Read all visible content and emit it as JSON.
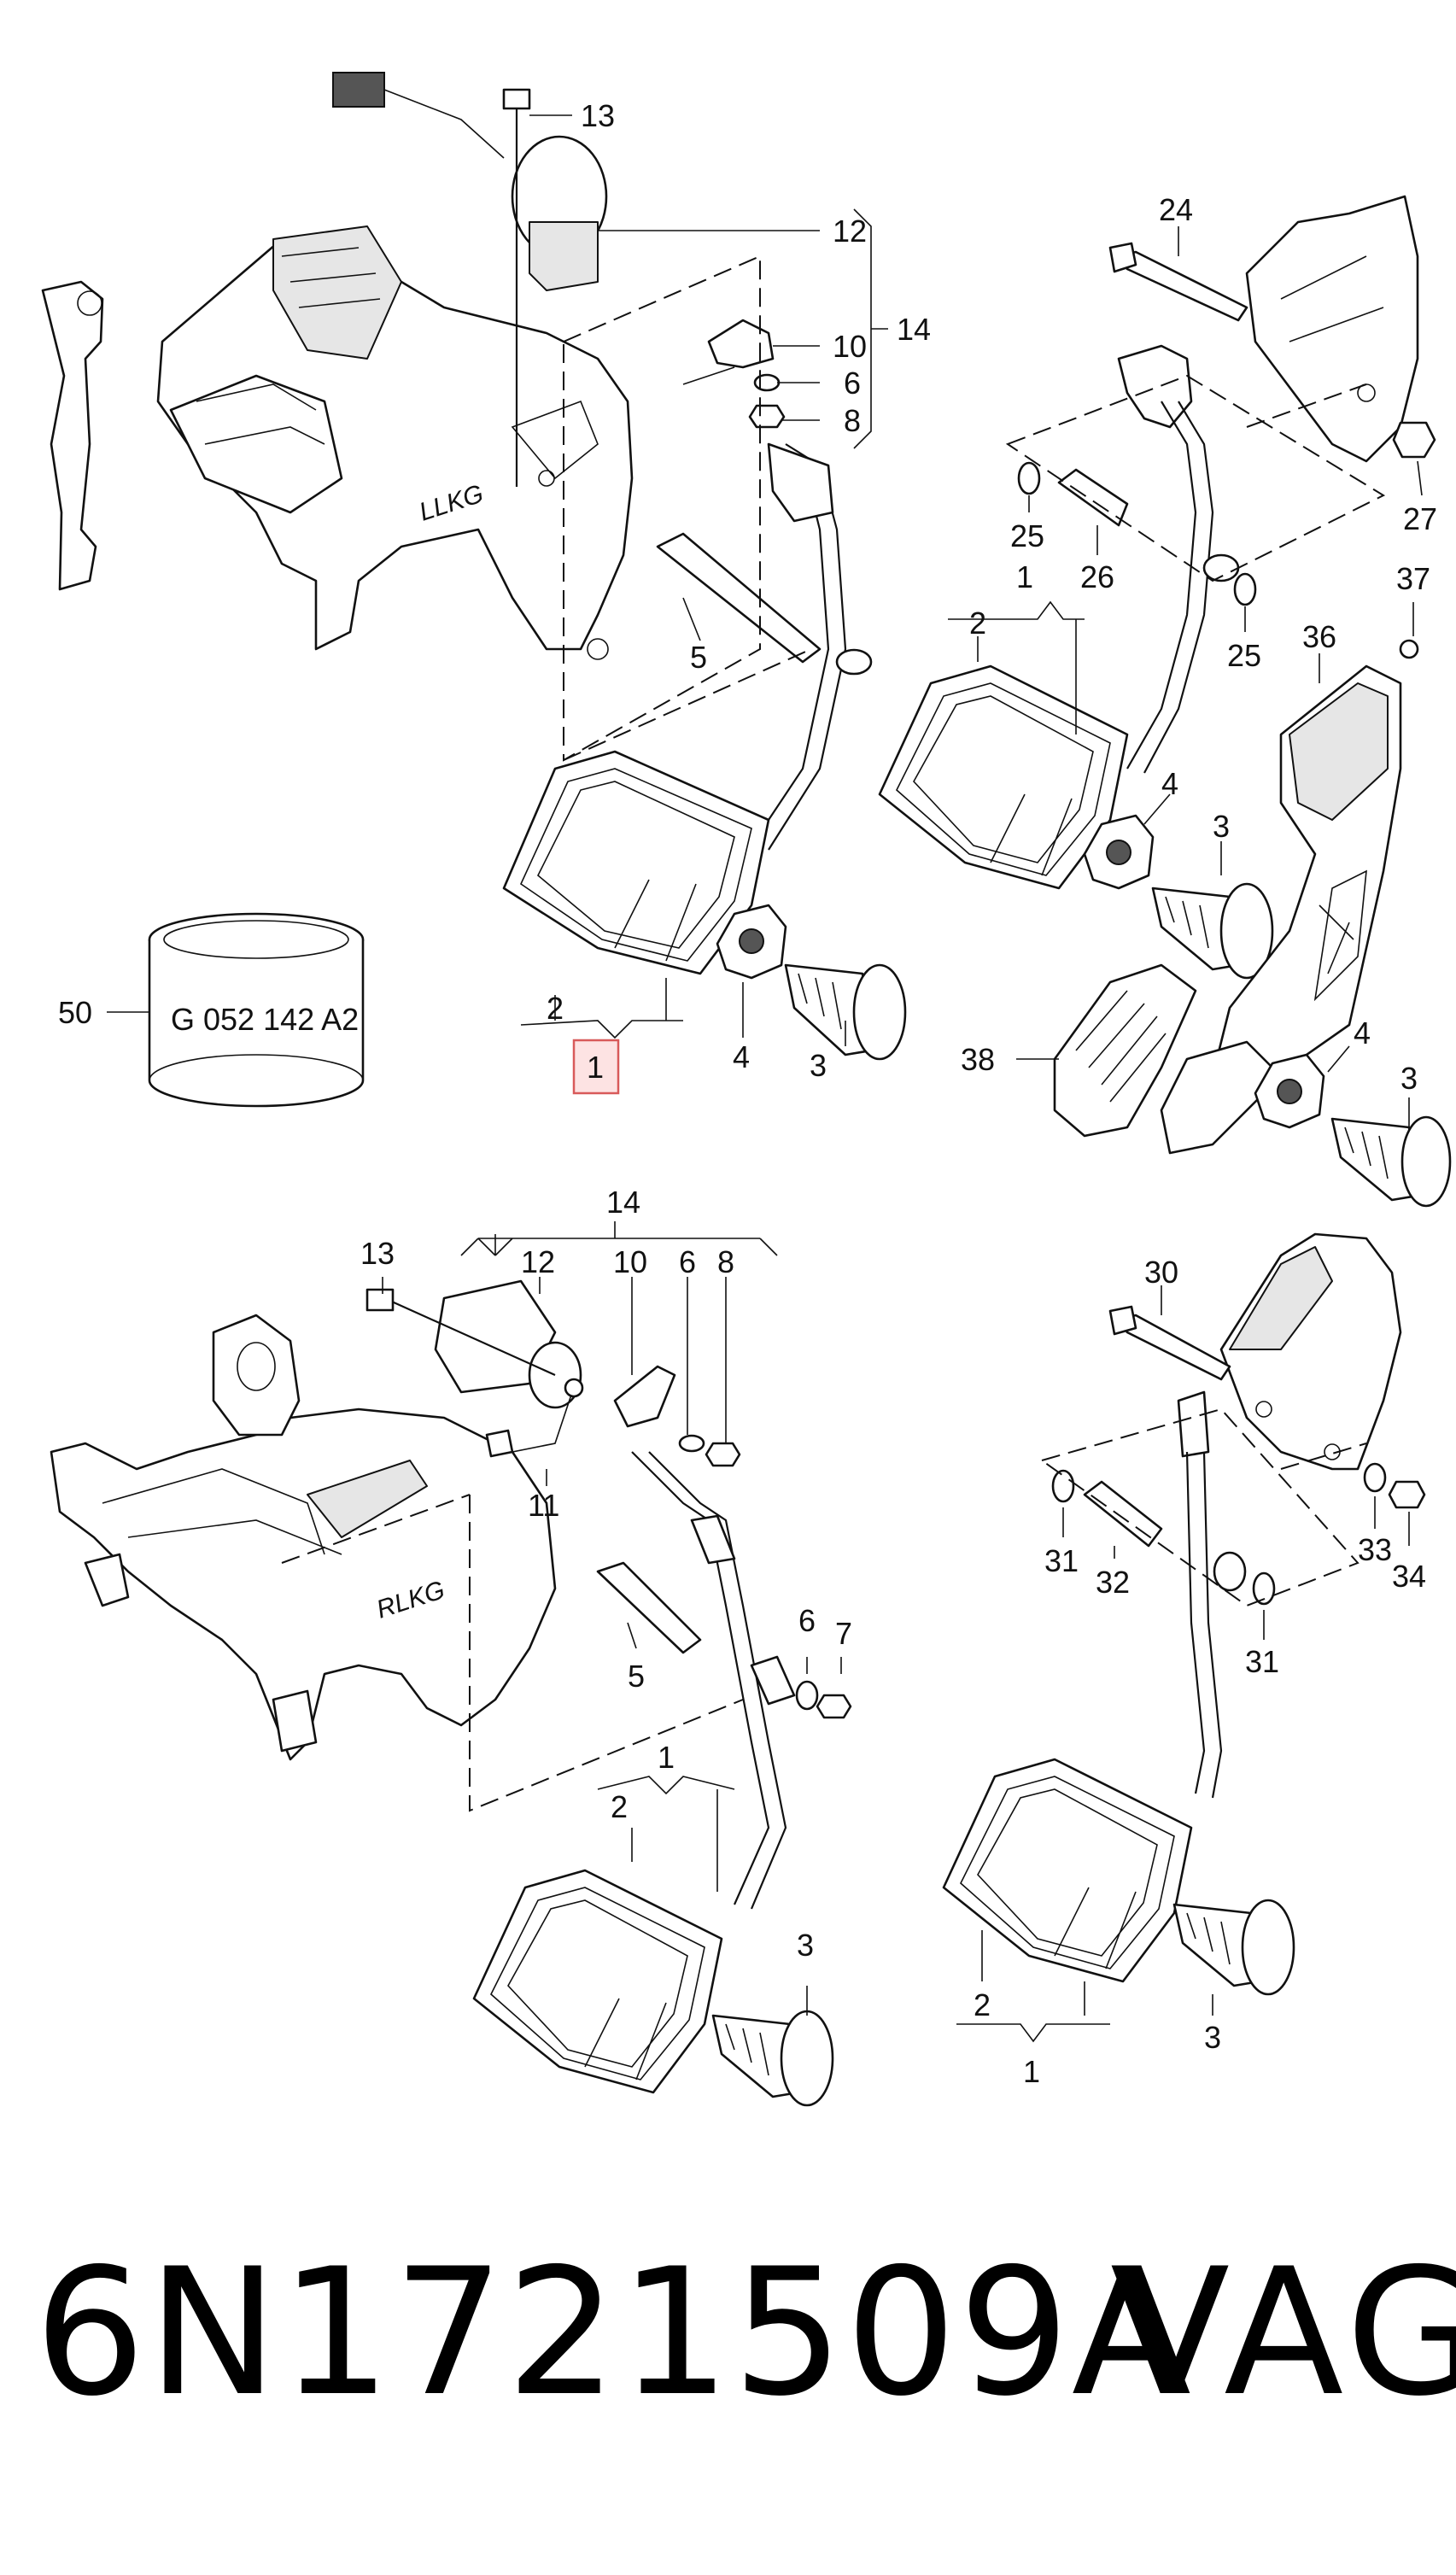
{
  "callouts": {
    "c1_main": "1",
    "c2_main": "2",
    "c3_main": "3",
    "c4_main": "4",
    "c5_main": "5",
    "c6_main": "6",
    "c8_main": "8",
    "c10_main": "10",
    "c12_main": "12",
    "c13_main": "13",
    "c14_main": "14",
    "c1_tr": "1",
    "c2_tr": "2",
    "c3_tr": "3",
    "c4_tr": "4",
    "c24": "24",
    "c25a": "25",
    "c25b": "25",
    "c26": "26",
    "c27": "27",
    "c36": "36",
    "c37": "37",
    "c38": "38",
    "c4_tr2": "4",
    "c3_tr2": "3",
    "c50": "50",
    "c14_bl": "14",
    "c13_bl": "13",
    "c12_bl": "12",
    "c10_bl": "10",
    "c6_bl": "6",
    "c8_bl": "8",
    "c11_bl": "11",
    "c5_bl": "5",
    "c6_bl2": "6",
    "c7_bl": "7",
    "c1_bl": "1",
    "c2_bl": "2",
    "c3_bl": "3",
    "c30": "30",
    "c31a": "31",
    "c32": "32",
    "c33": "33",
    "c34": "34",
    "c31b": "31",
    "c2_br": "2",
    "c3_br": "3",
    "c1_br": "1"
  },
  "labels": {
    "bracket_llkg": "LLKG",
    "bracket_rlkg": "RLKG",
    "sleeve_marking": "G 052 142 A2"
  },
  "footer": {
    "part_number": "6N1721509A",
    "brand": "VAG"
  },
  "colors": {
    "highlight_fill": "#fde3e3",
    "highlight_border": "#d85a5a"
  }
}
